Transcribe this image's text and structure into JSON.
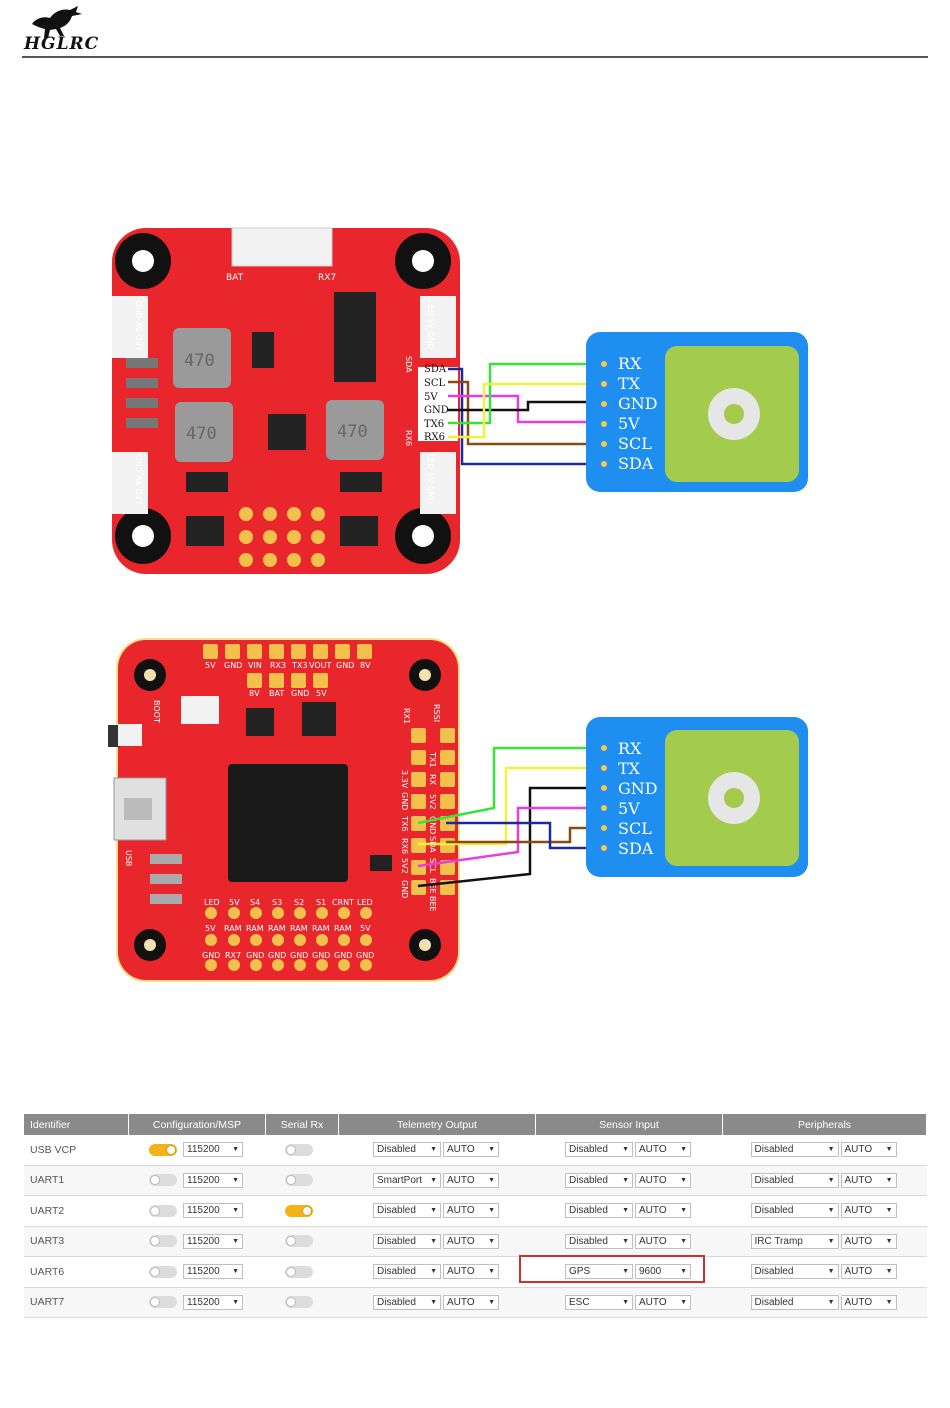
{
  "header": {
    "logo_text": "HGLRC"
  },
  "diagram1": {
    "board_labels": {
      "bat": "BAT",
      "rx7": "RX7",
      "led": "LED",
      "led_5v_gnd": "LED 5V GND",
      "sda": "SDA",
      "rx6": "RX6",
      "cap": "470"
    },
    "wire_labels": [
      "SDA",
      "SCL",
      "5V",
      "GND",
      "TX6",
      "RX6"
    ],
    "gps_pins": [
      "RX",
      "TX",
      "GND",
      "5V",
      "SCL",
      "SDA"
    ]
  },
  "diagram2": {
    "top_pads": [
      "5V",
      "GND",
      "VIN",
      "RX3",
      "TX3",
      "VOUT",
      "GND",
      "8V"
    ],
    "top_pads2": [
      "8V",
      "BAT",
      "GND",
      "5V"
    ],
    "side_labels": [
      "RX1",
      "RSSI",
      "TX1",
      "RX",
      "3.3V",
      "5V2",
      "GND",
      "GND",
      "TX6",
      "SDA",
      "RX6",
      "SCL",
      "5V2",
      "BEE",
      "GND",
      "BEE"
    ],
    "bottom_row1": [
      "LED",
      "5V",
      "S4",
      "S3",
      "S2",
      "S1",
      "CRNT",
      "LED"
    ],
    "bottom_row2": [
      "5V",
      "RAM",
      "RAM",
      "RAM",
      "RAM",
      "RAM",
      "RAM",
      "5V"
    ],
    "bottom_row3": [
      "GND",
      "RX7",
      "GND",
      "GND",
      "GND",
      "GND",
      "GND",
      "GND"
    ],
    "boot": "BOOT",
    "usb": "USB",
    "gps_pins": [
      "RX",
      "TX",
      "GND",
      "5V",
      "SCL",
      "SDA"
    ]
  },
  "colors": {
    "board_red": "#e8262b",
    "gps_blue": "#1e8ef0",
    "gps_green": "#a3cb4d",
    "wire_green": "#39e23a",
    "wire_yellow": "#f2f23a",
    "wire_black": "#111111",
    "wire_magenta": "#e53ee0",
    "wire_brown": "#8a4a12",
    "wire_navy": "#1a2a9a",
    "highlight": "#d0302b",
    "toggle_on": "#f2b318"
  },
  "ports_table": {
    "headers": [
      "Identifier",
      "Configuration/MSP",
      "Serial Rx",
      "Telemetry Output",
      "Sensor Input",
      "Peripherals"
    ],
    "rows": [
      {
        "id": "USB VCP",
        "msp": true,
        "msp_baud": "115200",
        "serial_rx": false,
        "tele": "Disabled",
        "tele_baud": "AUTO",
        "sensor": "Disabled",
        "sensor_baud": "AUTO",
        "periph": "Disabled",
        "periph_baud": "AUTO"
      },
      {
        "id": "UART1",
        "msp": false,
        "msp_baud": "115200",
        "serial_rx": false,
        "tele": "SmartPort",
        "tele_baud": "AUTO",
        "sensor": "Disabled",
        "sensor_baud": "AUTO",
        "periph": "Disabled",
        "periph_baud": "AUTO"
      },
      {
        "id": "UART2",
        "msp": false,
        "msp_baud": "115200",
        "serial_rx": true,
        "tele": "Disabled",
        "tele_baud": "AUTO",
        "sensor": "Disabled",
        "sensor_baud": "AUTO",
        "periph": "Disabled",
        "periph_baud": "AUTO"
      },
      {
        "id": "UART3",
        "msp": false,
        "msp_baud": "115200",
        "serial_rx": false,
        "tele": "Disabled",
        "tele_baud": "AUTO",
        "sensor": "Disabled",
        "sensor_baud": "AUTO",
        "periph": "IRC Tramp",
        "periph_baud": "AUTO"
      },
      {
        "id": "UART6",
        "msp": false,
        "msp_baud": "115200",
        "serial_rx": false,
        "tele": "Disabled",
        "tele_baud": "AUTO",
        "sensor": "GPS",
        "sensor_baud": "9600",
        "periph": "Disabled",
        "periph_baud": "AUTO"
      },
      {
        "id": "UART7",
        "msp": false,
        "msp_baud": "115200",
        "serial_rx": false,
        "tele": "Disabled",
        "tele_baud": "AUTO",
        "sensor": "ESC",
        "sensor_baud": "AUTO",
        "periph": "Disabled",
        "periph_baud": "AUTO"
      }
    ]
  }
}
